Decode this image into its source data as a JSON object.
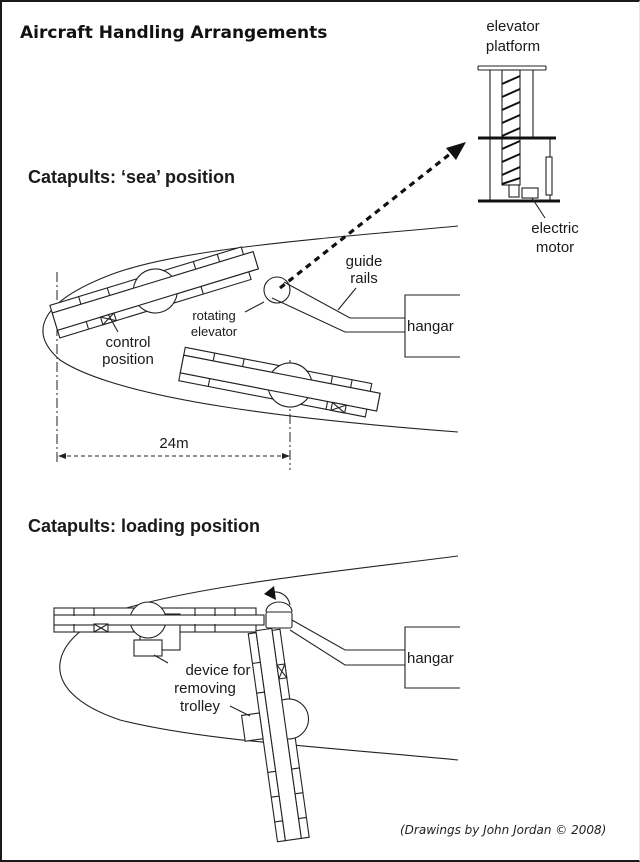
{
  "title": "Aircraft Handling Arrangements",
  "sections": {
    "sea_position": {
      "heading": "Catapults: ‘sea’ position"
    },
    "loading_position": {
      "heading": "Catapults: loading position"
    }
  },
  "elevator_detail": {
    "platform_label": [
      "elevator",
      "platform"
    ],
    "motor_label": [
      "electric",
      "motor"
    ]
  },
  "sea_labels": {
    "guide_rails": [
      "guide",
      "rails"
    ],
    "rotating_elevator": [
      "rotating",
      "elevator"
    ],
    "control_position": [
      "control",
      "position"
    ],
    "hangar": "hangar",
    "dimension": "24m"
  },
  "loading_labels": {
    "hangar": "hangar",
    "device": [
      "device for",
      "removing",
      "trolley"
    ]
  },
  "credit": "(Drawings by John Jordan © 2008)"
}
